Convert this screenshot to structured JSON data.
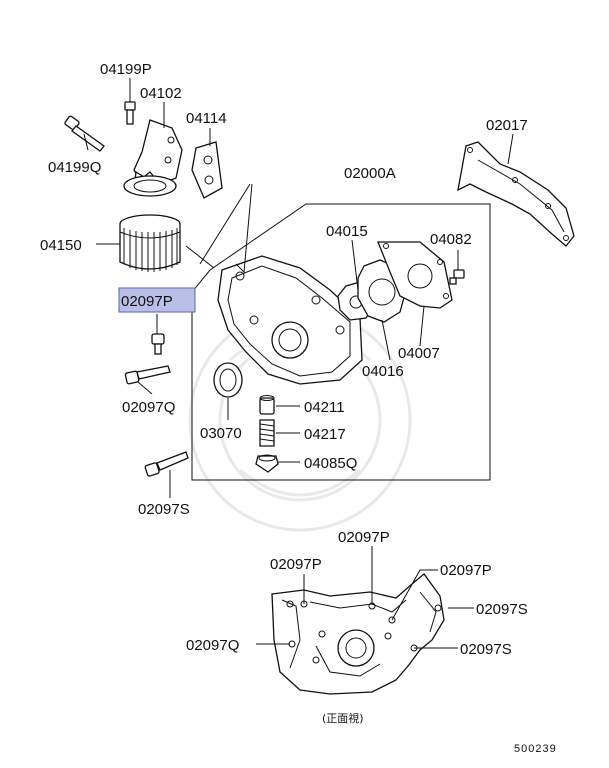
{
  "labels": {
    "p04199P": "04199P",
    "p04102": "04102",
    "p04114": "04114",
    "p04199Q": "04199Q",
    "p04150": "04150",
    "p02017": "02017",
    "p02000A": "02000A",
    "p04015": "04015",
    "p04082": "04082",
    "p02097P_highlight": "02097P",
    "p04007": "04007",
    "p04016": "04016",
    "p02097Q_left": "02097Q",
    "p03070": "03070",
    "p04211": "04211",
    "p04217": "04217",
    "p04085Q": "04085Q",
    "p02097S_left": "02097S",
    "p02097P_top": "02097P",
    "p02097P_upperleft": "02097P",
    "p02097P_right": "02097P",
    "p02097S_right1": "02097S",
    "p02097Q_bottom": "02097Q",
    "p02097S_right2": "02097S"
  },
  "view_caption": "(正面視)",
  "diagram_number": "500239",
  "colors": {
    "highlight_fill": "#b9bfe6",
    "highlight_border": "#5a64a8",
    "line": "#111111"
  }
}
